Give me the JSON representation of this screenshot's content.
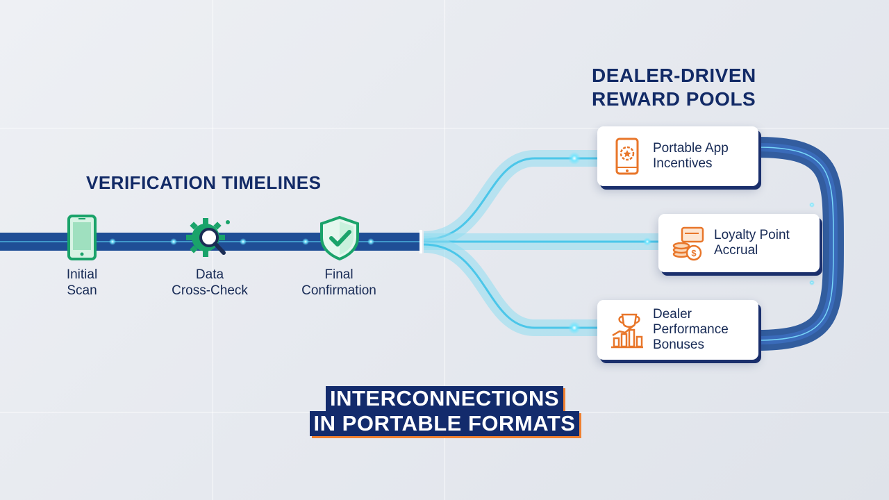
{
  "verification": {
    "heading": "VERIFICATION TIMELINES",
    "steps": [
      {
        "icon": "phone-scan-icon",
        "line1": "Initial",
        "line2": "Scan"
      },
      {
        "icon": "gear-magnifier-icon",
        "line1": "Data",
        "line2": "Cross-Check"
      },
      {
        "icon": "shield-check-icon",
        "line1": "Final",
        "line2": "Confirmation"
      }
    ]
  },
  "rewards": {
    "heading_line1": "DEALER-DRIVEN",
    "heading_line2": "REWARD POOLS",
    "cards": [
      {
        "icon": "mobile-app-star-icon",
        "lines": [
          "Portable App",
          "Incentives"
        ]
      },
      {
        "icon": "coins-card-icon",
        "lines": [
          "Loyalty Point",
          "Accrual"
        ]
      },
      {
        "icon": "trophy-bar-chart-icon",
        "lines": [
          "Dealer",
          "Performance",
          "Bonuses"
        ]
      }
    ]
  },
  "footer": {
    "line1": "INTERCONNECTIONS",
    "line2": "IN PORTABLE FORMATS"
  },
  "colors": {
    "navy": "#132b6c",
    "pipe_blue": "#1f4e96",
    "cyan": "#5fd0ea",
    "green": "#1aa36a",
    "orange": "#e8762a"
  }
}
